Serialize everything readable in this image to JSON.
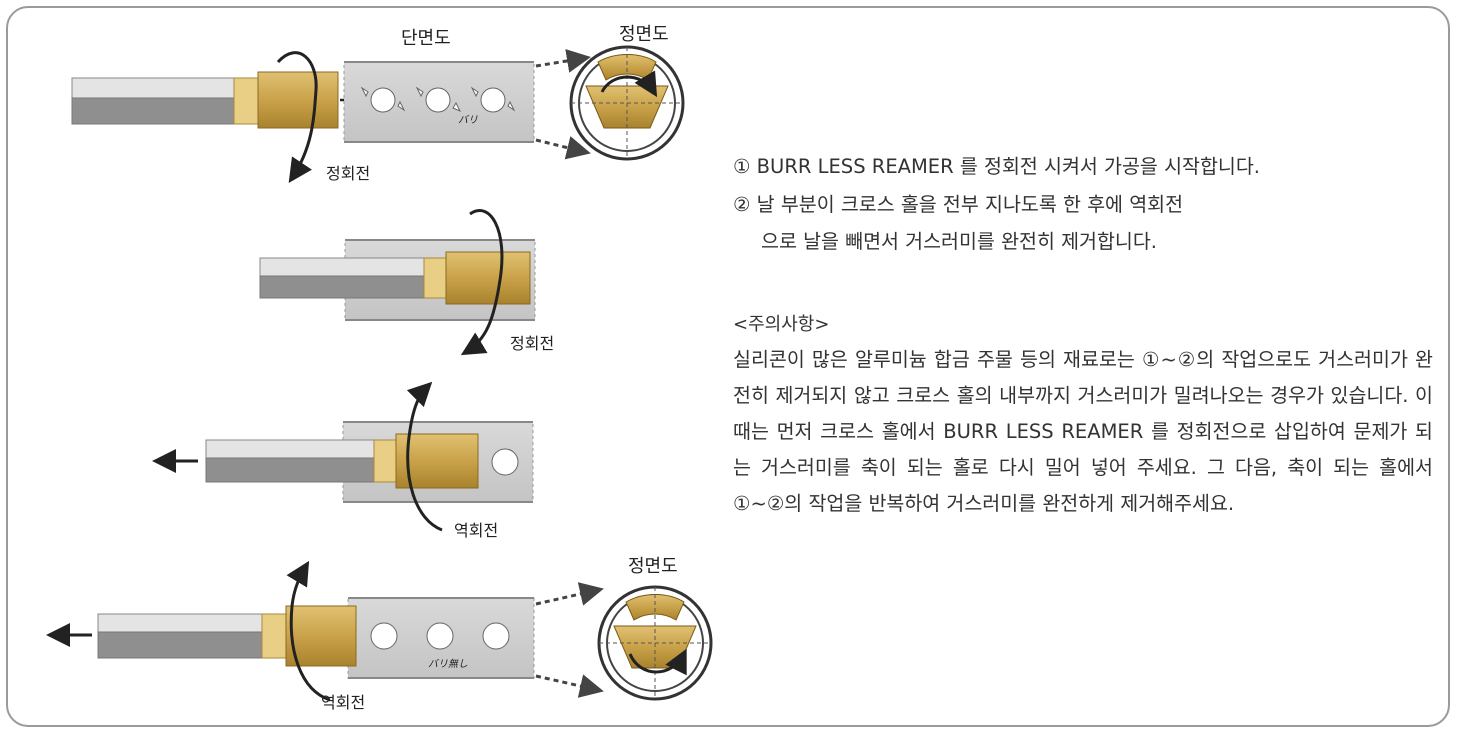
{
  "labels": {
    "section_view": "단면도",
    "front_view_top": "정면도",
    "front_view_bottom": "정면도",
    "rotation_1": "정회전",
    "rotation_2": "정회전",
    "rotation_3": "역회전",
    "rotation_4": "역회전",
    "burr_tag": "バリ",
    "burr_free_tag": "バリ無し"
  },
  "instructions": {
    "step1": "① BURR LESS REAMER 를 정회전 시켜서 가공을 시작합니다.",
    "step2_line1": "② 날 부분이 크로스 홀을 전부 지나도록 한 후에 역회전",
    "step2_line2": "으로 날을 빼면서 거스러미를 완전히 제거합니다.",
    "caution_title": "<주의사항>",
    "caution_body": "실리콘이 많은 알루미늄 합금 주물 등의 재료로는 ①~②의 작업으로도 거스러미가 완전히 제거되지 않고 크로스 홀의 내부까지 거스러미가 밀려나오는 경우가 있습니다. 이 때는 먼저 크로스 홀에서 BURR LESS REAMER 를 정회전으로 삽입하여 문제가 되는 거스러미를 축이 되는 홀로 다시 밀어 넣어 주세요. 그 다음, 축이 되는 홀에서 ①~②의 작업을 반복하여 거스러미를 완전하게 제거해주세요."
  },
  "colors": {
    "frame": "#9a9a9a",
    "blade_gold": "#c9a54e",
    "shank_light": "#e4e4e4",
    "shank_dark": "#8f8f8f",
    "tube": "#cfcfcf",
    "text": "#333333"
  }
}
